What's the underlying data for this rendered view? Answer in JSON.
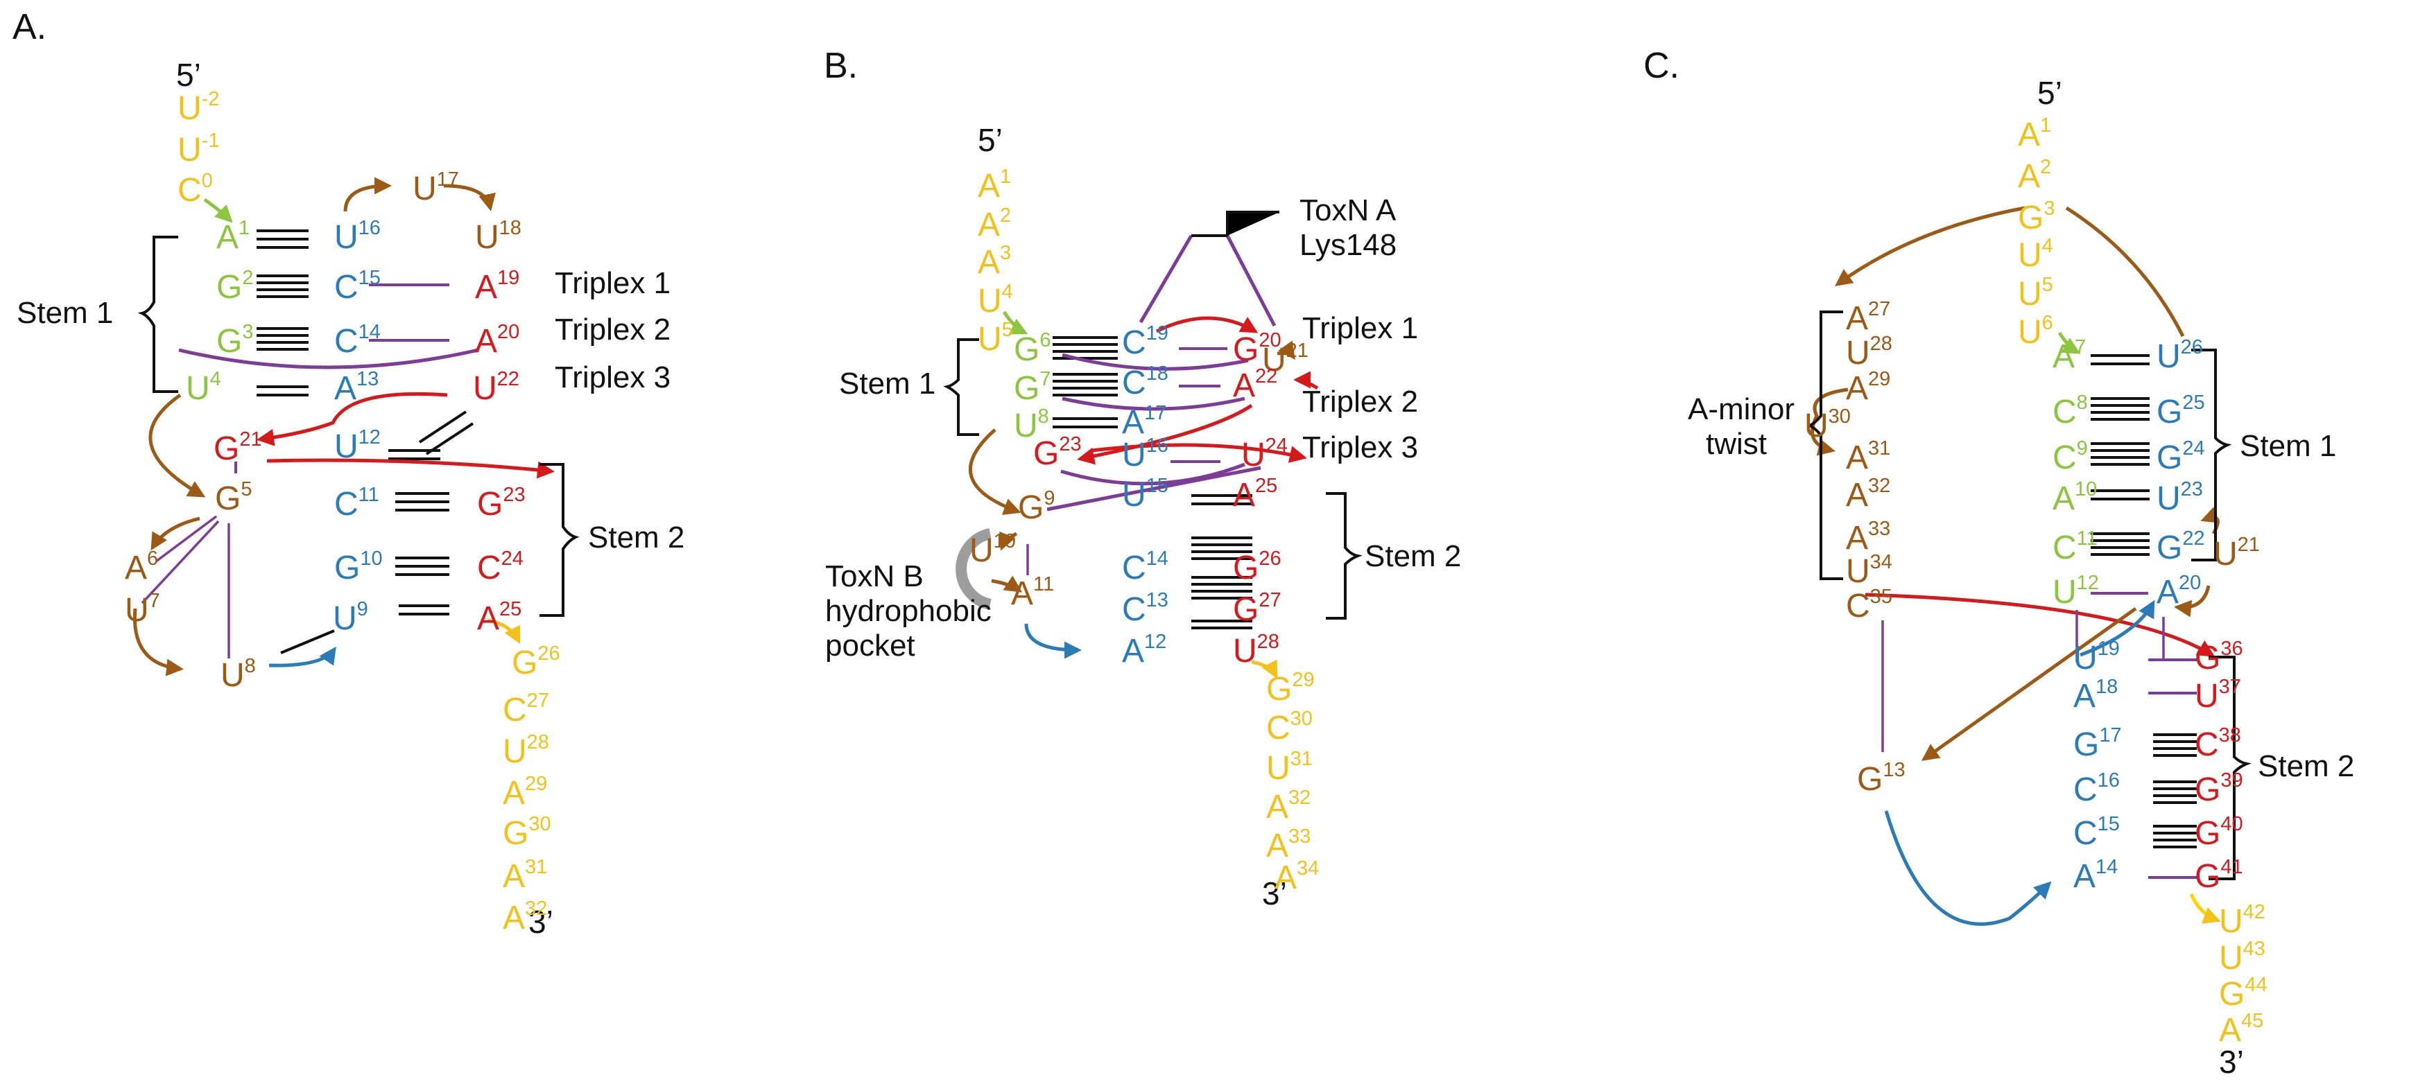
{
  "colors": {
    "yellow": "#f2c21b",
    "green": "#8cc63f",
    "blue": "#2b7bb9",
    "red": "#d7191c",
    "brown": "#9c5a14",
    "purple": "#7d3c98",
    "black": "#111111"
  },
  "panels": [
    {
      "label": "A.",
      "prime5": "5’",
      "prime3": "3’",
      "nucleotides": [
        [
          "U",
          "-2",
          "yellow"
        ],
        [
          "U",
          "-1",
          "yellow"
        ],
        [
          "C",
          "0",
          "yellow"
        ],
        [
          "A",
          "1",
          "green"
        ],
        [
          "G",
          "2",
          "green"
        ],
        [
          "G",
          "3",
          "green"
        ],
        [
          "U",
          "4",
          "green"
        ],
        [
          "G",
          "5",
          "brown"
        ],
        [
          "A",
          "6",
          "brown"
        ],
        [
          "U",
          "7",
          "brown"
        ],
        [
          "U",
          "8",
          "brown"
        ],
        [
          "U",
          "9",
          "blue"
        ],
        [
          "G",
          "10",
          "blue"
        ],
        [
          "C",
          "11",
          "blue"
        ],
        [
          "U",
          "12",
          "blue"
        ],
        [
          "A",
          "13",
          "blue"
        ],
        [
          "C",
          "14",
          "blue"
        ],
        [
          "C",
          "15",
          "blue"
        ],
        [
          "U",
          "16",
          "blue"
        ],
        [
          "U",
          "17",
          "brown"
        ],
        [
          "U",
          "18",
          "brown"
        ],
        [
          "A",
          "19",
          "red"
        ],
        [
          "A",
          "20",
          "red"
        ],
        [
          "G",
          "21",
          "red"
        ],
        [
          "U",
          "22",
          "red"
        ],
        [
          "G",
          "23",
          "red"
        ],
        [
          "C",
          "24",
          "red"
        ],
        [
          "A",
          "25",
          "red"
        ],
        [
          "G",
          "26",
          "yellow"
        ],
        [
          "C",
          "27",
          "yellow"
        ],
        [
          "U",
          "28",
          "yellow"
        ],
        [
          "A",
          "29",
          "yellow"
        ],
        [
          "G",
          "30",
          "yellow"
        ],
        [
          "A",
          "31",
          "yellow"
        ],
        [
          "A",
          "32",
          "yellow"
        ]
      ],
      "labels": [
        "Stem 1",
        "Stem 2",
        "Triplex 1",
        "Triplex 2",
        "Triplex 3"
      ]
    },
    {
      "label": "B.",
      "prime5": "5’",
      "prime3": "3’",
      "nucleotides": [
        [
          "A",
          "1",
          "yellow"
        ],
        [
          "A",
          "2",
          "yellow"
        ],
        [
          "A",
          "3",
          "yellow"
        ],
        [
          "U",
          "4",
          "yellow"
        ],
        [
          "U",
          "5",
          "yellow"
        ],
        [
          "G",
          "6",
          "green"
        ],
        [
          "G",
          "7",
          "green"
        ],
        [
          "U",
          "8",
          "green"
        ],
        [
          "G",
          "9",
          "brown"
        ],
        [
          "U",
          "10",
          "brown"
        ],
        [
          "A",
          "11",
          "brown"
        ],
        [
          "A",
          "12",
          "blue"
        ],
        [
          "C",
          "13",
          "blue"
        ],
        [
          "C",
          "14",
          "blue"
        ],
        [
          "U",
          "15",
          "blue"
        ],
        [
          "U",
          "16",
          "blue"
        ],
        [
          "A",
          "17",
          "blue"
        ],
        [
          "C",
          "18",
          "blue"
        ],
        [
          "C",
          "19",
          "blue"
        ],
        [
          "G",
          "20",
          "red"
        ],
        [
          "U",
          "21",
          "brown"
        ],
        [
          "A",
          "22",
          "red"
        ],
        [
          "G",
          "23",
          "red"
        ],
        [
          "U",
          "24",
          "red"
        ],
        [
          "A",
          "25",
          "red"
        ],
        [
          "G",
          "26",
          "red"
        ],
        [
          "G",
          "27",
          "red"
        ],
        [
          "U",
          "28",
          "red"
        ],
        [
          "G",
          "29",
          "yellow"
        ],
        [
          "C",
          "30",
          "yellow"
        ],
        [
          "U",
          "31",
          "yellow"
        ],
        [
          "A",
          "32",
          "yellow"
        ],
        [
          "A",
          "33",
          "yellow"
        ],
        [
          "A",
          "34",
          "yellow"
        ]
      ],
      "labels": [
        "Stem 1",
        "Stem 2",
        "Triplex 1",
        "Triplex 2",
        "Triplex 3",
        "ToxN A",
        "Lys148",
        "ToxN B",
        "hydrophobic",
        "pocket"
      ]
    },
    {
      "label": "C.",
      "prime5": "5’",
      "prime3": "3’",
      "nucleotides": [
        [
          "A",
          "1",
          "yellow"
        ],
        [
          "A",
          "2",
          "yellow"
        ],
        [
          "G",
          "3",
          "yellow"
        ],
        [
          "U",
          "4",
          "yellow"
        ],
        [
          "U",
          "5",
          "yellow"
        ],
        [
          "U",
          "6",
          "yellow"
        ],
        [
          "A",
          "7",
          "green"
        ],
        [
          "C",
          "8",
          "green"
        ],
        [
          "C",
          "9",
          "green"
        ],
        [
          "A",
          "10",
          "green"
        ],
        [
          "C",
          "11",
          "green"
        ],
        [
          "U",
          "12",
          "green"
        ],
        [
          "G",
          "13",
          "brown"
        ],
        [
          "A",
          "14",
          "blue"
        ],
        [
          "C",
          "15",
          "blue"
        ],
        [
          "C",
          "16",
          "blue"
        ],
        [
          "G",
          "17",
          "blue"
        ],
        [
          "A",
          "18",
          "blue"
        ],
        [
          "U",
          "19",
          "blue"
        ],
        [
          "A",
          "20",
          "blue"
        ],
        [
          "U",
          "21",
          "brown"
        ],
        [
          "G",
          "22",
          "blue"
        ],
        [
          "U",
          "23",
          "blue"
        ],
        [
          "G",
          "24",
          "blue"
        ],
        [
          "G",
          "25",
          "blue"
        ],
        [
          "U",
          "26",
          "blue"
        ],
        [
          "A",
          "27",
          "brown"
        ],
        [
          "U",
          "28",
          "brown"
        ],
        [
          "A",
          "29",
          "brown"
        ],
        [
          "U",
          "30",
          "brown"
        ],
        [
          "A",
          "31",
          "brown"
        ],
        [
          "A",
          "32",
          "brown"
        ],
        [
          "A",
          "33",
          "brown"
        ],
        [
          "U",
          "34",
          "brown"
        ],
        [
          "C",
          "35",
          "brown"
        ],
        [
          "G",
          "36",
          "red"
        ],
        [
          "U",
          "37",
          "red"
        ],
        [
          "C",
          "38",
          "red"
        ],
        [
          "G",
          "39",
          "red"
        ],
        [
          "G",
          "40",
          "red"
        ],
        [
          "G",
          "41",
          "red"
        ],
        [
          "U",
          "42",
          "yellow"
        ],
        [
          "U",
          "43",
          "yellow"
        ],
        [
          "G",
          "44",
          "yellow"
        ],
        [
          "A",
          "45",
          "yellow"
        ]
      ],
      "labels": [
        "Stem 1",
        "Stem 2",
        "A-minor",
        "twist"
      ]
    }
  ]
}
